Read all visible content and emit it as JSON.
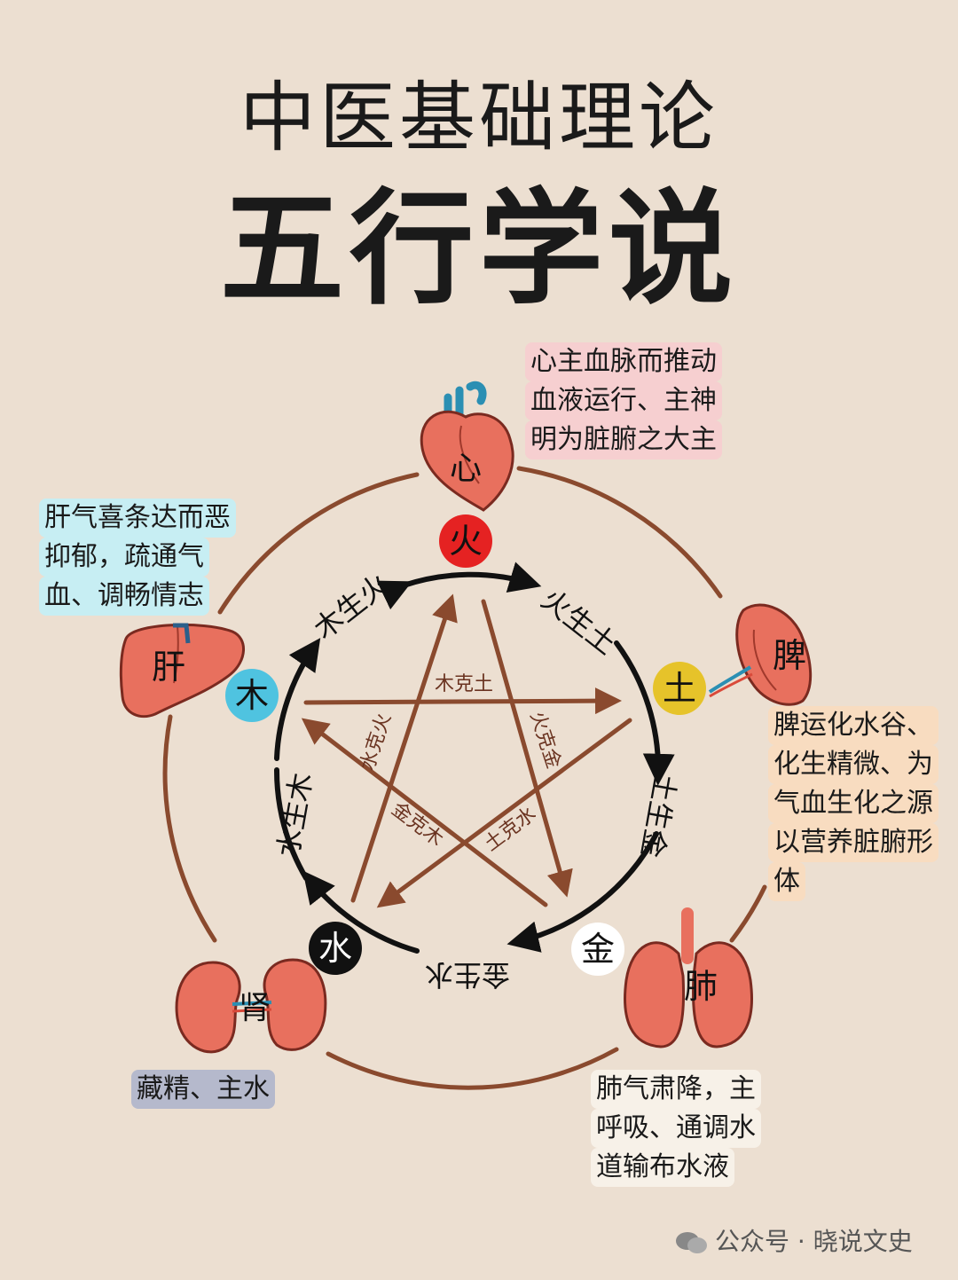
{
  "title": "中医基础理论",
  "subtitle": "五行学说",
  "elements": {
    "fire": {
      "char": "火",
      "color": "#e52222",
      "text_color": "#111111"
    },
    "earth": {
      "char": "土",
      "color": "#e6c32a",
      "text_color": "#111111"
    },
    "metal": {
      "char": "金",
      "color": "#ffffff",
      "text_color": "#111111"
    },
    "water": {
      "char": "水",
      "color": "#111111",
      "text_color": "#ffffff"
    },
    "wood": {
      "char": "木",
      "color": "#4fc3e0",
      "text_color": "#111111"
    }
  },
  "organs": {
    "heart": "心",
    "spleen": "脾",
    "lung": "肺",
    "kidney": "肾",
    "liver": "肝"
  },
  "generating": {
    "wood_fire": "木生火",
    "fire_earth": "火生土",
    "earth_metal": "土生金",
    "metal_water": "金生水",
    "water_wood": "水生木"
  },
  "controlling": {
    "wood_earth": "木克土",
    "fire_metal": "火克金",
    "earth_water": "土克水",
    "metal_wood": "金克木",
    "water_fire": "水克火"
  },
  "notes": {
    "heart": {
      "lines": [
        "心主血脉而推动",
        "血液运行、主神",
        "明为脏腑之大主"
      ],
      "color": "#f6cfd0"
    },
    "liver": {
      "lines": [
        "肝气喜条达而恶",
        "抑郁，疏通气",
        "血、调畅情志"
      ],
      "color": "#c7eef3"
    },
    "spleen": {
      "lines": [
        "脾运化水谷、",
        "化生精微、为",
        "气血生化之源",
        "以营养脏腑形",
        "体"
      ],
      "color": "#f8dcc0"
    },
    "lung": {
      "lines": [
        "肺气肃降，主",
        "呼吸、通调水",
        "道输布水液"
      ],
      "color": "#f7f1e8"
    },
    "kidney": {
      "lines": [
        "藏精、主水"
      ],
      "color": "#b5b9cc"
    }
  },
  "colors": {
    "background": "#ecdfd1",
    "ring": "#8a4a2e",
    "organ": "#e8705e",
    "organ_dark": "#a0392c"
  },
  "watermark": "公众号 · 晓说文史"
}
